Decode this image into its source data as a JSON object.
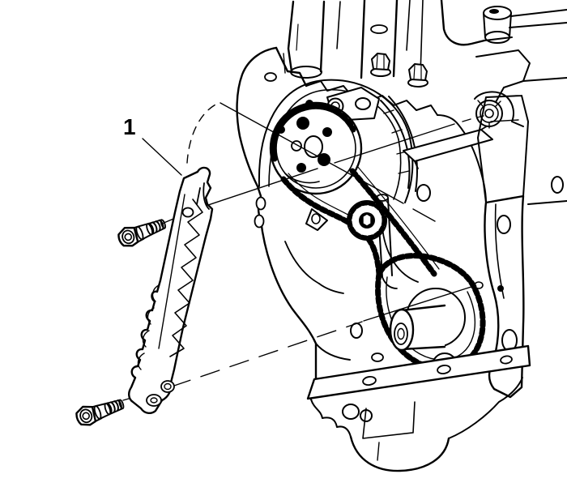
{
  "figure": {
    "type": "technical-illustration",
    "subject": "Timing chain guide and bolts installation on engine front",
    "background_color": "#ffffff",
    "line_color": "#000000",
    "callouts": [
      {
        "number": "1",
        "part": "timing-chain-guide"
      }
    ],
    "parts": [
      "timing-chain-guide",
      "guide-bolt-upper",
      "guide-bolt-lower",
      "engine-front-face",
      "camshaft-sprocket",
      "timing-chain",
      "idler-sprocket",
      "crankshaft-snout",
      "oil-pump-chain-loop",
      "oil-pan-rail",
      "sealing-plug",
      "engine-right-pillar"
    ]
  }
}
